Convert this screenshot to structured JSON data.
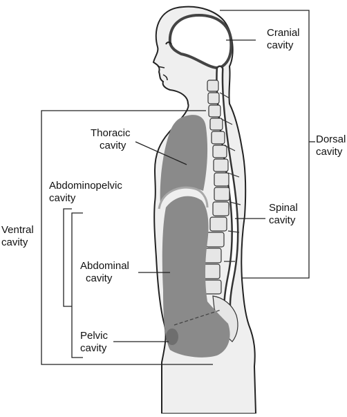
{
  "labels": {
    "cranial": [
      "Cranial",
      "cavity"
    ],
    "dorsal": [
      "Dorsal",
      "cavity"
    ],
    "thoracic": [
      "Thoracic",
      "cavity"
    ],
    "abdominopelvic": [
      "Abdominopelvic",
      "cavity"
    ],
    "spinal": [
      "Spinal",
      "cavity"
    ],
    "ventral": [
      "Ventral",
      "cavity"
    ],
    "abdominal": [
      "Abdominal",
      "cavity"
    ],
    "pelvic": [
      "Pelvic",
      "cavity"
    ]
  },
  "colors": {
    "cavity_fill": "#8a8a8a",
    "body_fill": "#efefef",
    "outline": "#222222"
  }
}
